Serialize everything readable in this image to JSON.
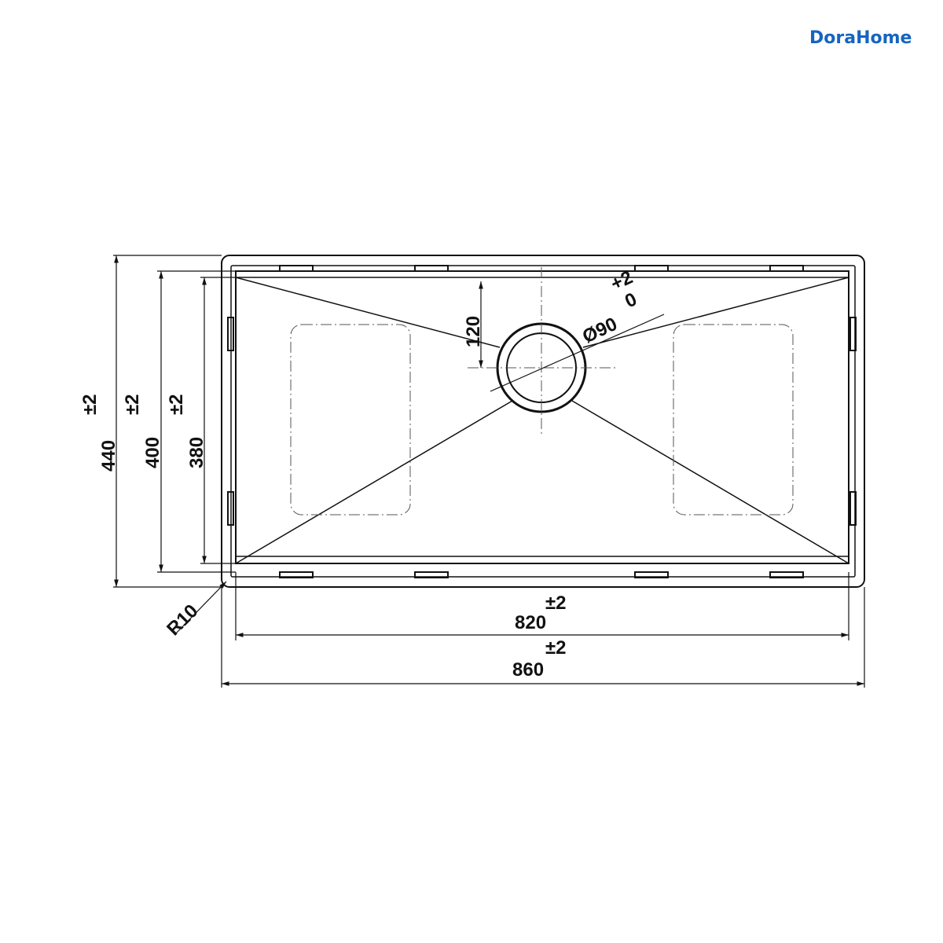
{
  "brand": {
    "name": "DoraHome",
    "color": "#1565c0"
  },
  "dimensions": {
    "outer_width": "860",
    "inner_width": "820",
    "outer_height": "440",
    "mid_height": "400",
    "inner_height": "380",
    "tolerance": "±2",
    "corner_radius": "R10",
    "drain_diameter": "Ø90",
    "drain_offset": "120",
    "drain_tol_plus": "+2",
    "drain_tol_zero": "0"
  }
}
